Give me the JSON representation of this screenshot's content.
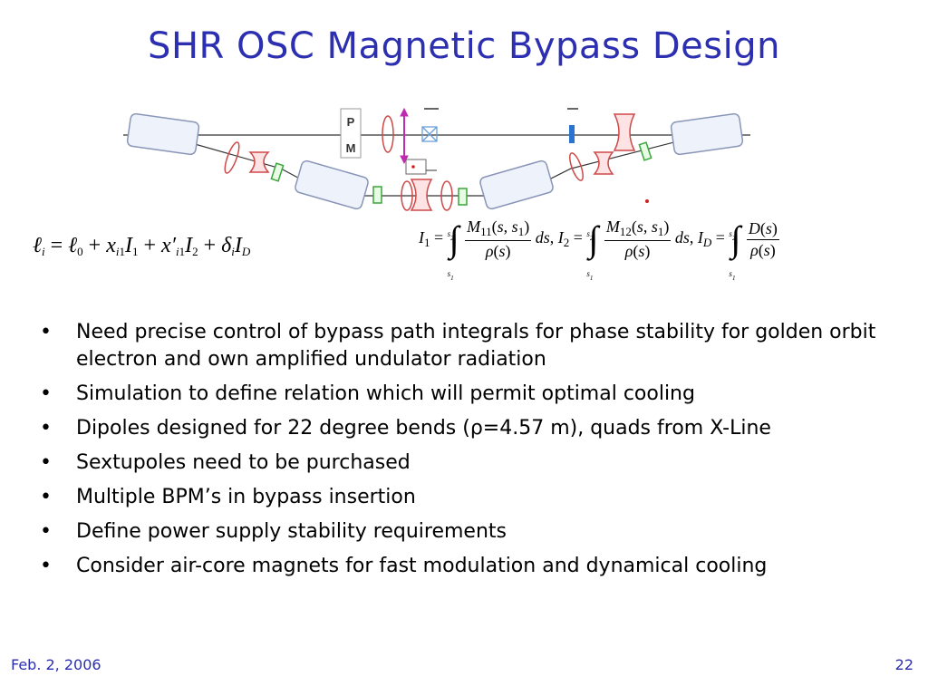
{
  "slide": {
    "title": "SHR OSC Magnetic Bypass Design",
    "footer_date": "Feb. 2, 2006",
    "page_number": "22"
  },
  "diagram": {
    "label_p": "P",
    "label_m": "M"
  },
  "equations": {
    "path_length": "ℓi = ℓ0 + xi1I1 + x′i1I2 + δiID",
    "integrals": "I1 = ∫s1→s2 M11(s,s1)/ρ(s) ds, I2 = ∫s1→s2 M12(s,s1)/ρ(s) ds, ID = ∫s1→s2 D(s)/ρ(s)"
  },
  "bullets": [
    "Need precise control of bypass path integrals for phase stability for golden orbit electron and own amplified undulator radiation",
    "Simulation to define relation which will permit optimal cooling",
    "Dipoles designed for 22 degree bends (ρ=4.57 m), quads from X-Line",
    "Sextupoles need to be purchased",
    "Multiple BPM’s in bypass insertion",
    "Define power supply stability requirements",
    "Consider air-core magnets for fast modulation and dynamical cooling"
  ]
}
